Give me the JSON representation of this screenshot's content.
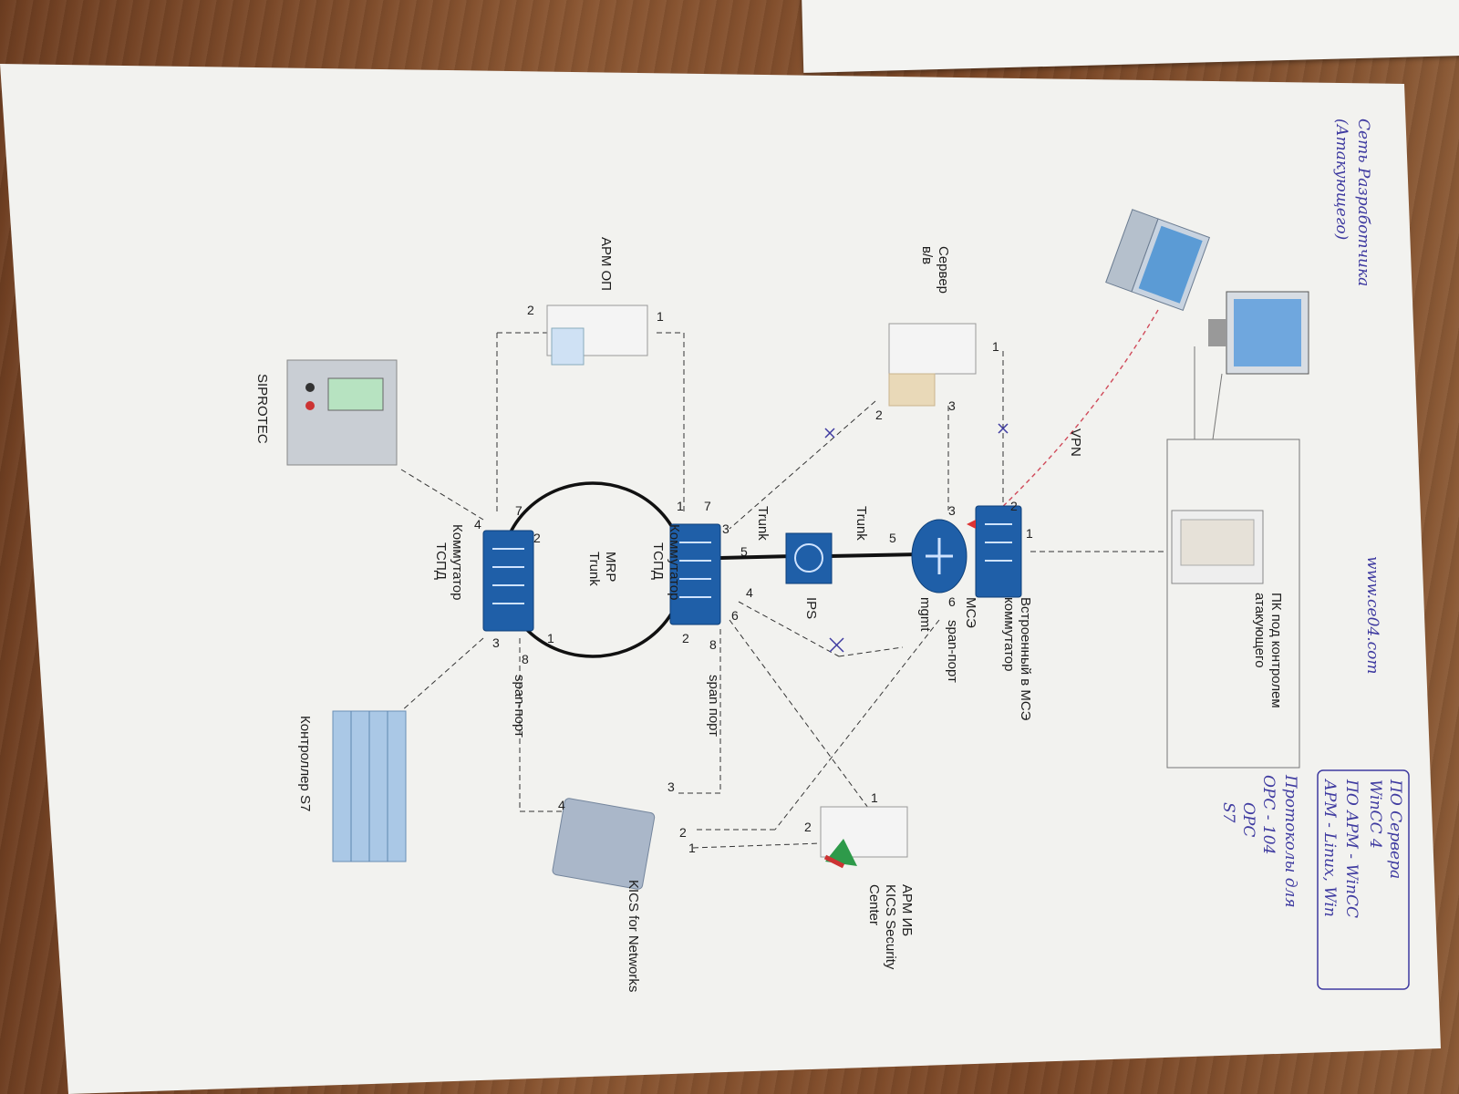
{
  "devices": {
    "arm_op": "АРМ ОП",
    "server": "Сервер\nв/в",
    "siprotec": "SIPROTEC",
    "switch_left": "Коммутатор\nТСПД",
    "switch_right": "Коммутатор\nТСПД",
    "ring_labels": "MRP\nTrunk",
    "ips": "IPS",
    "mse": "МСЭ",
    "builtin_switch": "Встроенный в МСЭ\nкоммутатор",
    "vpn": "VPN",
    "pc": "ПК под контролем\nатакующего",
    "kics_networks": "KICS for Networks",
    "arm_ib": "АРМ ИБ\nKICS Security\nCenter",
    "controller": "Контроллер S7",
    "trunk1": "Trunk",
    "trunk2": "Trunk",
    "mgmt": "mgmt",
    "span1": "span-порт",
    "span2": "span порт",
    "span3": "span-порт"
  },
  "handwritten": {
    "title": "Сеть Разработчика\n(Атакующего)",
    "site": "www.ce04.com",
    "box1": "ПО Сервера\nWinCC 4",
    "box2": "ПО АРМ - WinCC",
    "box3": "АРМ - Linux, Win",
    "protocols": "Протоколы для",
    "opc": "OPC - 104\nOPC\nS7"
  },
  "ports": {
    "p1": "1",
    "p2": "2",
    "p3": "3",
    "p4": "4",
    "p5": "5",
    "p6": "6",
    "p7": "7",
    "p8": "8"
  },
  "colors": {
    "device_blue": "#1f5fa8",
    "hand_ink": "#3e3aa0",
    "vpn_line": "#d04a5a"
  }
}
